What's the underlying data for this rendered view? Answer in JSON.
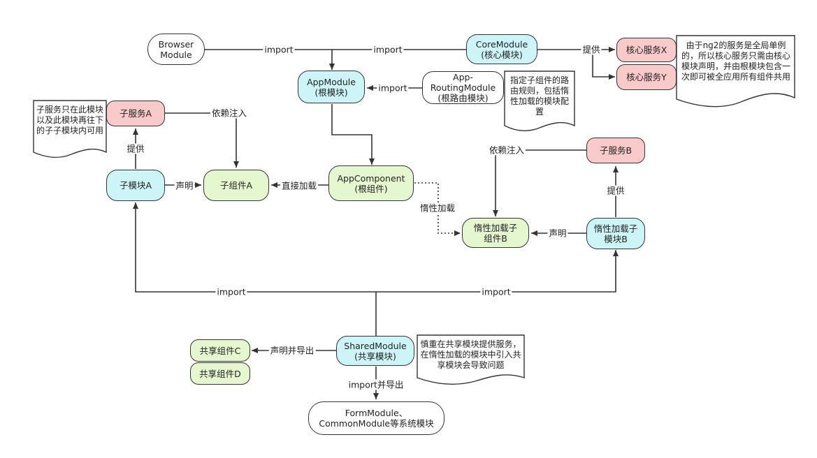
{
  "nodes": {
    "browser_module": "Browser\nModule",
    "core_module": "CoreModule\n(核心模块)",
    "core_service_x": "核心服务X",
    "core_service_y": "核心服务Y",
    "app_module": "AppModule\n(根模块)",
    "app_routing_module": "App-\nRoutingModule\n(根路由模块)",
    "child_service_a": "子服务A",
    "child_module_a": "子模块A",
    "child_component_a": "子组件A",
    "app_component": "AppComponent\n(根组件)",
    "child_service_b": "子服务B",
    "lazy_component_b": "惰性加载子\n组件B",
    "lazy_module_b": "惰性加载子\n模块B",
    "shared_module": "SharedModule\n(共享模块)",
    "shared_component_c": "共享组件C",
    "shared_component_d": "共享组件D",
    "form_module": "FormModule、\nCommonModule等系统模块"
  },
  "edge_labels": {
    "import_browser": "import",
    "import_core": "import",
    "provide_core": "提供",
    "import_routing": "import",
    "di_a": "依赖注入",
    "provide_a": "提供",
    "declare_a": "声明",
    "direct_load": "直接加载",
    "lazy_load": "惰性加载",
    "di_b": "依赖注入",
    "provide_b": "提供",
    "declare_b": "声明",
    "import_shared_left": "import",
    "import_shared_right": "import",
    "declare_export": "声明并导出",
    "import_export": "import并导出"
  },
  "notes": {
    "core_service_note": "由于ng2的服务是全局单例的，所以核心服务只需由核心模块声明，并由根模块包含一次即可被全应用所有组件共用",
    "routing_note": "指定子组件的路由规则，包括惰性加载的模块配置",
    "child_service_note": "子服务只在此模块以及此模块再往下的子子模块内可用",
    "shared_note": "慎重在共享模块提供服务，在惰性加载的模块中引入共享模块会导致问题"
  },
  "colors": {
    "module": "#cdf5f7",
    "service": "#f9caca",
    "component": "#e5f7cf",
    "system": "#ffffff",
    "line": "#333333"
  }
}
